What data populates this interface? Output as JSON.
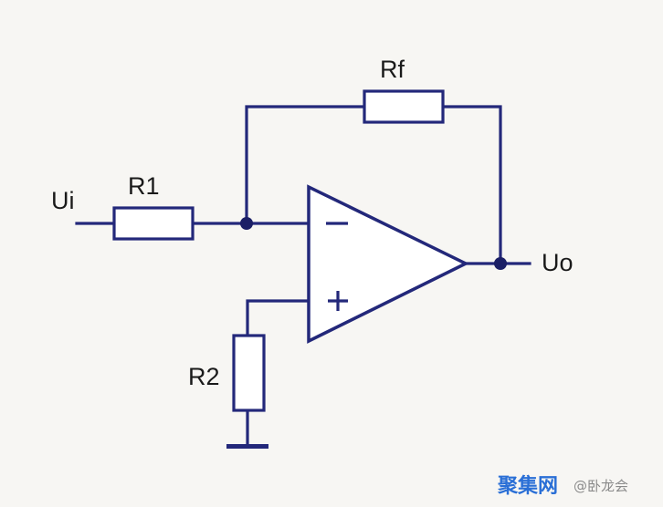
{
  "labels": {
    "input": "Ui",
    "output": "Uo",
    "r1": "R1",
    "r2": "R2",
    "rf": "Rf",
    "minus_sign": "−",
    "plus_sign": "+"
  },
  "watermark": {
    "main": "聚集网",
    "sub": "@卧龙会"
  }
}
